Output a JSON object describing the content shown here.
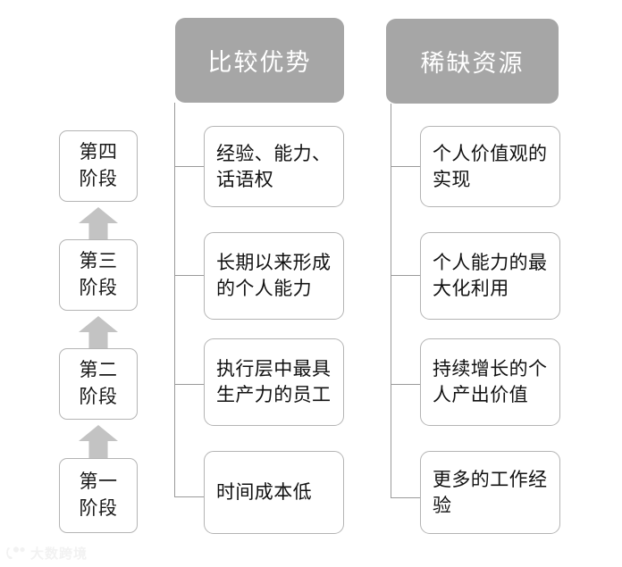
{
  "diagram": {
    "title_columns": [
      {
        "label": "比较优势"
      },
      {
        "label": "稀缺资源"
      }
    ],
    "stages": [
      {
        "label": "第四阶段"
      },
      {
        "label": "第三阶段"
      },
      {
        "label": "第二阶段"
      },
      {
        "label": "第一阶段"
      }
    ],
    "comparative_advantage_items": [
      {
        "label": "经验、能力、话语权"
      },
      {
        "label": "长期以来形成的个人能力"
      },
      {
        "label": "执行层中最具生产力的员工"
      },
      {
        "label": "时间成本低"
      }
    ],
    "scarce_resource_items": [
      {
        "label": "个人价值观的实现"
      },
      {
        "label": "个人能力的最大化利用"
      },
      {
        "label": "持续增长的个人产出价值"
      },
      {
        "label": "更多的工作经验"
      }
    ],
    "arrows": [
      {
        "name": "arrow-stage3-to-stage4"
      },
      {
        "name": "arrow-stage2-to-stage3"
      },
      {
        "name": "arrow-stage1-to-stage2"
      }
    ],
    "colors": {
      "header_fill": "#a6a6a6",
      "header_text": "#ffffff",
      "box_border": "#b4b4b4",
      "box_fill": "#ffffff",
      "arrow_fill": "#c3c3c3",
      "connector": "#9a9a9a",
      "body_text": "#111111",
      "watermark": "#f2f2f2"
    }
  },
  "watermark": {
    "text": "大数跨境",
    "icon": "circle-logo-icon"
  }
}
